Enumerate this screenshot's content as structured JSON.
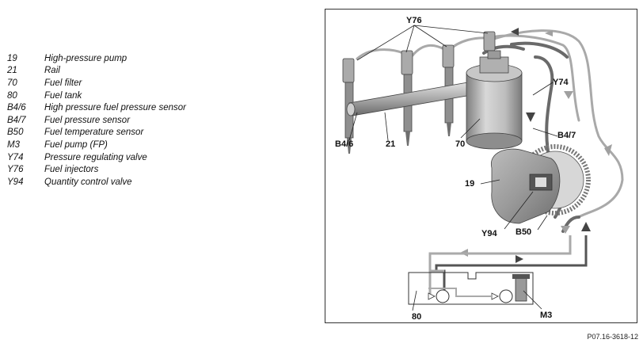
{
  "legend": [
    {
      "code": "19",
      "desc": "High-pressure pump"
    },
    {
      "code": "21",
      "desc": "Rail"
    },
    {
      "code": "70",
      "desc": "Fuel filter"
    },
    {
      "code": "80",
      "desc": "Fuel tank"
    },
    {
      "code": "B4/6",
      "desc": "High pressure fuel pressure sensor"
    },
    {
      "code": "B4/7",
      "desc": "Fuel pressure sensor"
    },
    {
      "code": "B50",
      "desc": "Fuel temperature sensor"
    },
    {
      "code": "M3",
      "desc": "Fuel pump (FP)"
    },
    {
      "code": "Y74",
      "desc": "Pressure regulating valve"
    },
    {
      "code": "Y76",
      "desc": "Fuel injectors"
    },
    {
      "code": "Y94",
      "desc": "Quantity control valve"
    }
  ],
  "diagram": {
    "labels": {
      "y76": "Y76",
      "y74": "Y74",
      "b46": "B4/6",
      "r21": "21",
      "f70": "70",
      "b47": "B4/7",
      "p19": "19",
      "y94": "Y94",
      "b50": "B50",
      "t80": "80",
      "m3": "M3"
    },
    "colors": {
      "line_dark": "#333333",
      "line_light": "#aaaaaa",
      "component": "#cfcfcf",
      "component_dark": "#8a8a8a",
      "background": "#ffffff"
    }
  },
  "figure_ref": "P07.16-3618-12"
}
